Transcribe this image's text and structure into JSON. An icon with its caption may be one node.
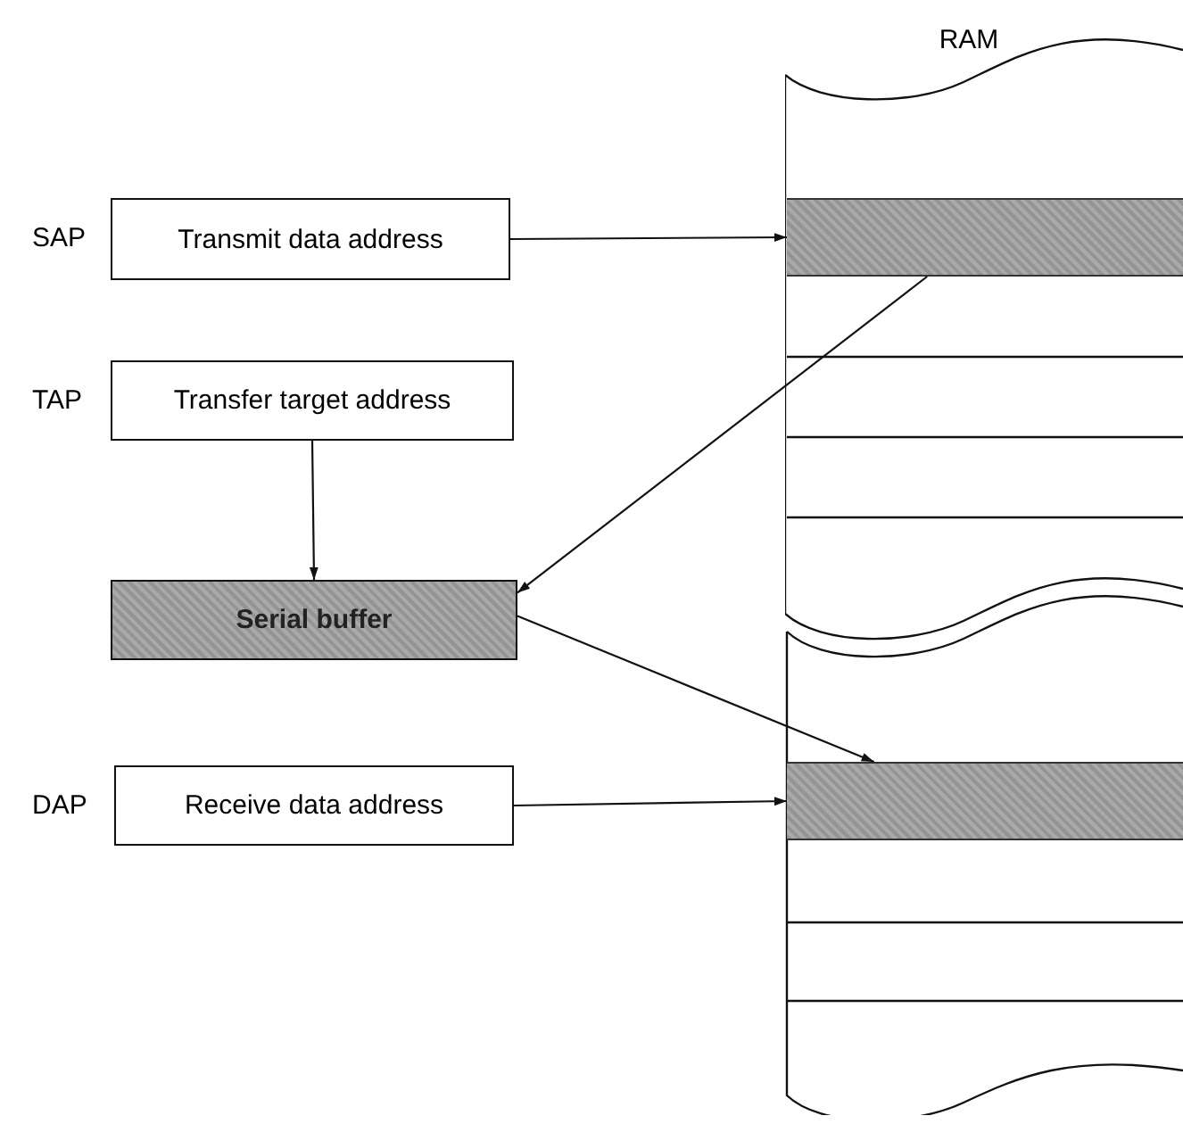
{
  "diagram": {
    "nodes": [
      {
        "text": [
          "RAM"
        ]
      },
      {
        "text": [
          "Transmit data address"
        ],
        "beside": [
          "SAP"
        ]
      },
      {
        "text": [],
        "shape": "bar",
        "in": 0
      },
      {
        "text": [
          "Transfer target address"
        ],
        "beside": [
          "TAP"
        ]
      },
      {
        "text": [
          "Serial buffer"
        ]
      },
      {
        "text": [
          "Receive data address"
        ],
        "beside": [
          "DAP"
        ]
      },
      {
        "text": [],
        "shape": "bar",
        "in": 0
      }
    ],
    "edges": [
      {
        "from": 1,
        "to": 2,
        "arrow": "to"
      },
      {
        "from": 3,
        "to": 4,
        "arrow": "to"
      },
      {
        "from": 2,
        "to": 4,
        "arrow": "to"
      },
      {
        "from": 4,
        "to": 6,
        "arrow": "to"
      },
      {
        "from": 5,
        "to": 6,
        "arrow": "to"
      }
    ]
  }
}
